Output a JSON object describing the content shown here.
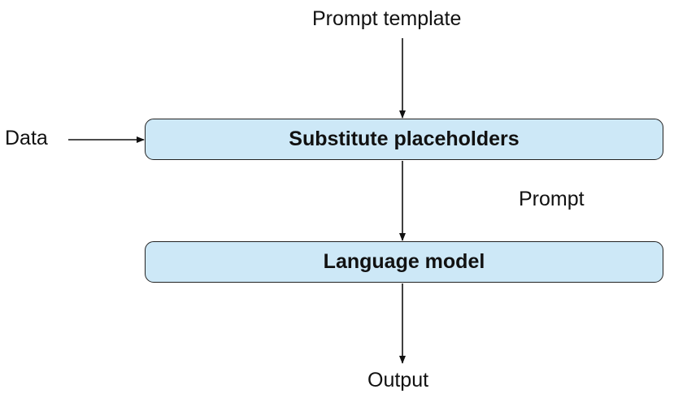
{
  "inputs": {
    "prompt_template": "Prompt template",
    "data": "Data"
  },
  "steps": {
    "substitute": "Substitute placeholders",
    "language_model": "Language model"
  },
  "intermediate": {
    "prompt": "Prompt"
  },
  "outputs": {
    "output": "Output"
  },
  "colors": {
    "box_fill": "#cde8f7",
    "box_border": "#222222",
    "arrow": "#111111",
    "text": "#111111"
  }
}
